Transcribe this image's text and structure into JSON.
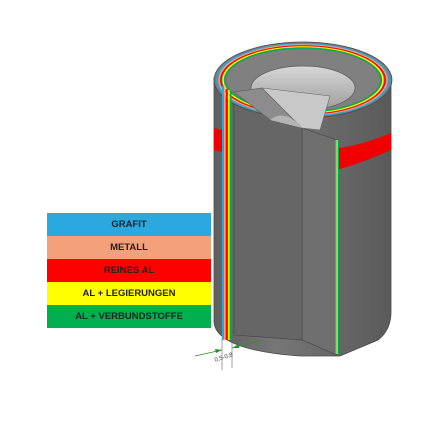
{
  "legend": {
    "items": [
      {
        "label": "GRAFIT",
        "color": "#29a9df"
      },
      {
        "label": "METALL",
        "color": "#f4a07a"
      },
      {
        "label": "REINES AL",
        "color": "#fe0000"
      },
      {
        "label": "AL + LEGIERUNGEN",
        "color": "#ffff00"
      },
      {
        "label": "AL + VERBUNDSTOFFE",
        "color": "#00b050"
      }
    ]
  },
  "dimension": {
    "label": "0,5-0,8"
  },
  "colors": {
    "body_gray": "#6b6b6b",
    "body_dark": "#575757",
    "inner_light": "#c5c5c5",
    "cutout_face": "#8a8a8a"
  }
}
